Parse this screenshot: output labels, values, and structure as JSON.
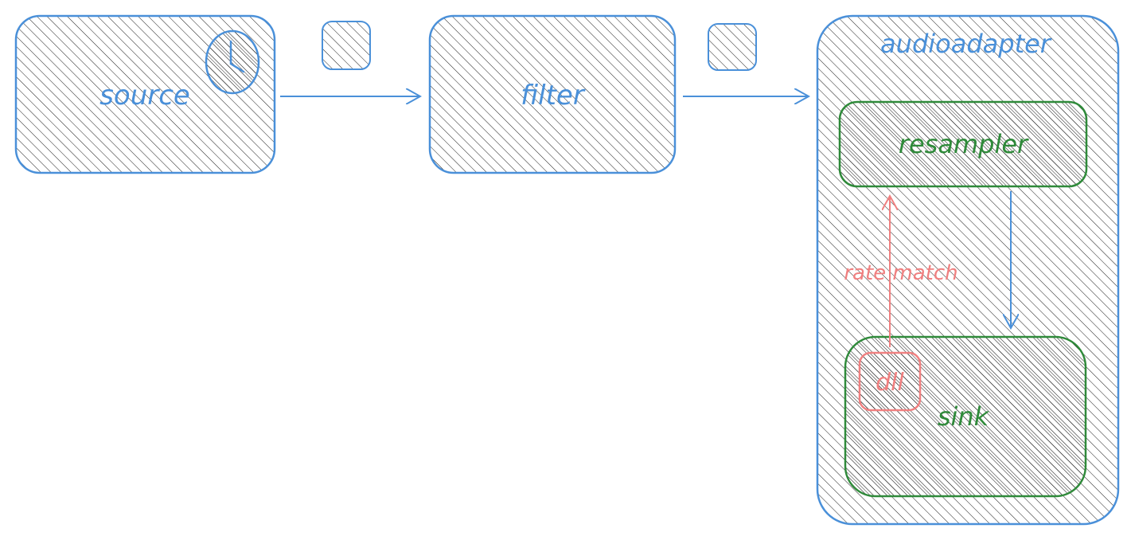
{
  "diagram": {
    "nodes": {
      "source": {
        "label": "source",
        "has_clock": true
      },
      "filter": {
        "label": "filter"
      },
      "audioadapter": {
        "label": "audioadapter"
      },
      "resampler": {
        "label": "resampler"
      },
      "sink": {
        "label": "sink"
      },
      "dll": {
        "label": "dll"
      }
    },
    "edges": {
      "rate_match": {
        "label": "rate match"
      }
    },
    "colors": {
      "blue": "#4a90d9",
      "green": "#2f8a3a",
      "red": "#f08080",
      "hatch": "#1f1f1f"
    },
    "icons": [
      "clock-icon"
    ]
  }
}
